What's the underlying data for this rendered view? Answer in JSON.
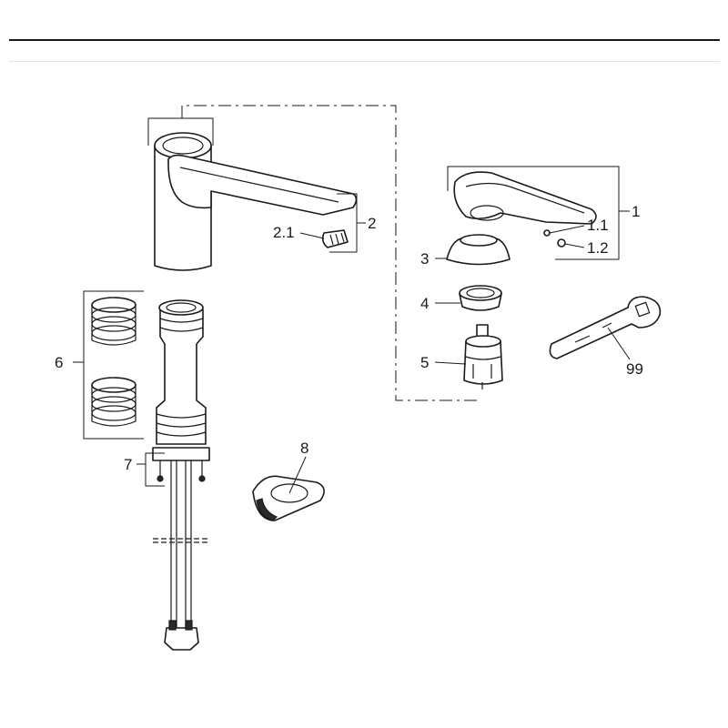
{
  "callouts": {
    "c1": "1",
    "c1_1": "1.1",
    "c1_2": "1.2",
    "c2": "2",
    "c2_1": "2.1",
    "c3": "3",
    "c4": "4",
    "c5": "5",
    "c6": "6",
    "c7": "7",
    "c8": "8",
    "c99": "99"
  }
}
